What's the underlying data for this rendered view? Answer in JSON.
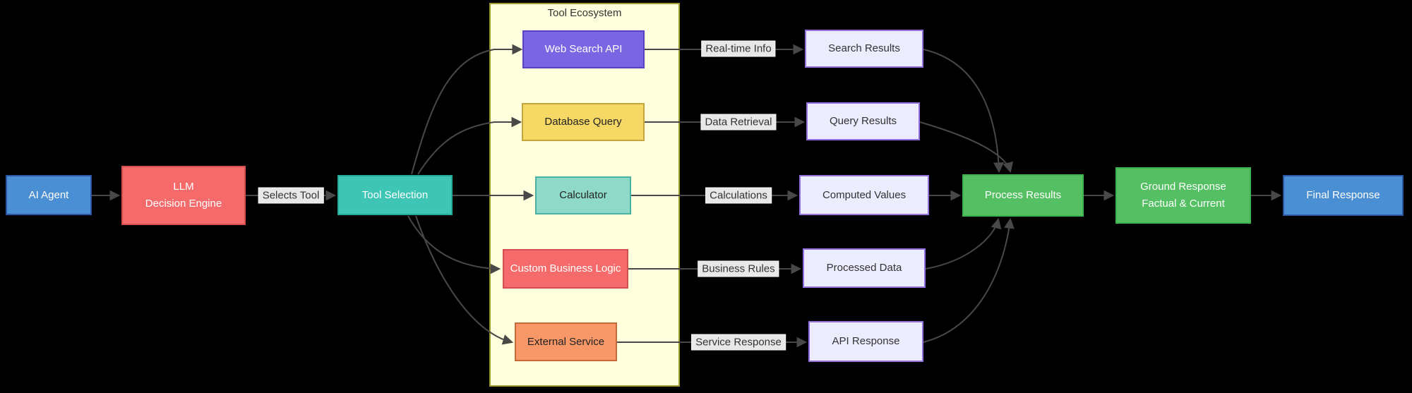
{
  "diagram": {
    "subgraph_title": "Tool Ecosystem",
    "nodes": {
      "ai_agent": {
        "label": "AI Agent"
      },
      "llm": {
        "line1": "LLM",
        "line2": "Decision Engine"
      },
      "tool_selection": {
        "label": "Tool Selection"
      },
      "web_search_api": {
        "label": "Web Search API"
      },
      "database_query": {
        "label": "Database Query"
      },
      "calculator": {
        "label": "Calculator"
      },
      "custom_business_logic": {
        "label": "Custom Business Logic"
      },
      "external_service": {
        "label": "External Service"
      },
      "search_results": {
        "label": "Search Results"
      },
      "query_results": {
        "label": "Query Results"
      },
      "computed_values": {
        "label": "Computed Values"
      },
      "processed_data": {
        "label": "Processed Data"
      },
      "api_response": {
        "label": "API Response"
      },
      "process_results": {
        "label": "Process Results"
      },
      "ground_response": {
        "line1": "Ground Response",
        "line2": "Factual & Current"
      },
      "final_response": {
        "label": "Final Response"
      }
    },
    "edge_labels": {
      "selects_tool": "Selects Tool",
      "real_time_info": "Real-time Info",
      "data_retrieval": "Data Retrieval",
      "calculations": "Calculations",
      "business_rules": "Business Rules",
      "service_response": "Service Response"
    },
    "colors": {
      "background": "#000000",
      "subgraph_fill": "#ffffde",
      "subgraph_stroke": "#9d9d33",
      "agent_blue": "#4a8fd3",
      "llm_red": "#f56b6b",
      "selection_teal": "#3fc5b4",
      "web_search_purple": "#7a66e3",
      "db_query_yellow": "#f6d865",
      "calculator_teal": "#8ed9c8",
      "external_orange": "#f89768",
      "result_lavender": "#ececff",
      "result_border": "#9370db",
      "process_green": "#55c063",
      "edge_stroke": "#484848",
      "edge_label_bg": "#e8e8e8"
    }
  }
}
